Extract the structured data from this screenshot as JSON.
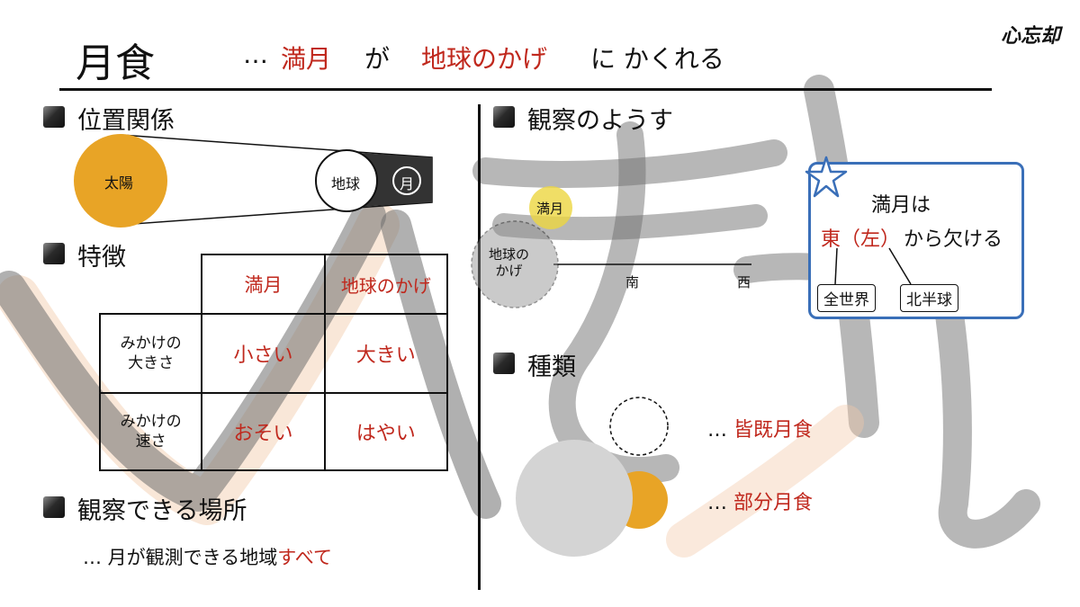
{
  "logo_text": "心忘却",
  "header": {
    "title": "月食",
    "ellipsis": "…",
    "w1": "満月",
    "w2": "が",
    "w3": "地球のかげ",
    "w4": "に かくれる"
  },
  "position": {
    "heading": "位置関係",
    "sun": "太陽",
    "earth": "地球",
    "moon": "月"
  },
  "features": {
    "heading": "特徴",
    "col1": "満月",
    "col2": "地球のかげ",
    "row1_line1": "みかけの",
    "row1_line2": "大きさ",
    "row1_c1": "小さい",
    "row1_c2": "大きい",
    "row2_line1": "みかけの",
    "row2_line2": "速さ",
    "row2_c1": "おそい",
    "row2_c2": "はやい"
  },
  "where": {
    "heading": "観察できる場所",
    "text_prefix": "… 月が観測できる地域",
    "text_accent": "すべて"
  },
  "observe": {
    "heading": "観察のようす",
    "moon": "満月",
    "shadow_l1": "地球の",
    "shadow_l2": "かげ",
    "south": "南",
    "west": "西",
    "box_l1": "満月は",
    "box_east": "東（左）",
    "box_rest": "から欠ける",
    "tag1": "全世界",
    "tag2": "北半球"
  },
  "types": {
    "heading": "種類",
    "total_prefix": "…",
    "total": "皆既月食",
    "partial_prefix": "…",
    "partial": "部分月食"
  },
  "colors": {
    "accent_red": "#c0281d",
    "sun_orange": "#e8a426",
    "moon_yellow": "#ecd640",
    "box_blue": "#3a6fb8"
  }
}
